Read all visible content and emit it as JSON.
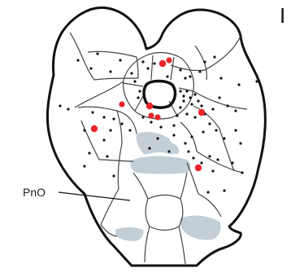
{
  "diagram": {
    "region_label": "PnO",
    "panel_letter": "I",
    "colors": {
      "outline": "#111111",
      "region_lines": "#555555",
      "shaded_region": "#c3ced6",
      "black_dot": "#111111",
      "red_dot": "#e8242a"
    },
    "black_dot_count": 80,
    "red_dot_count": 9
  }
}
